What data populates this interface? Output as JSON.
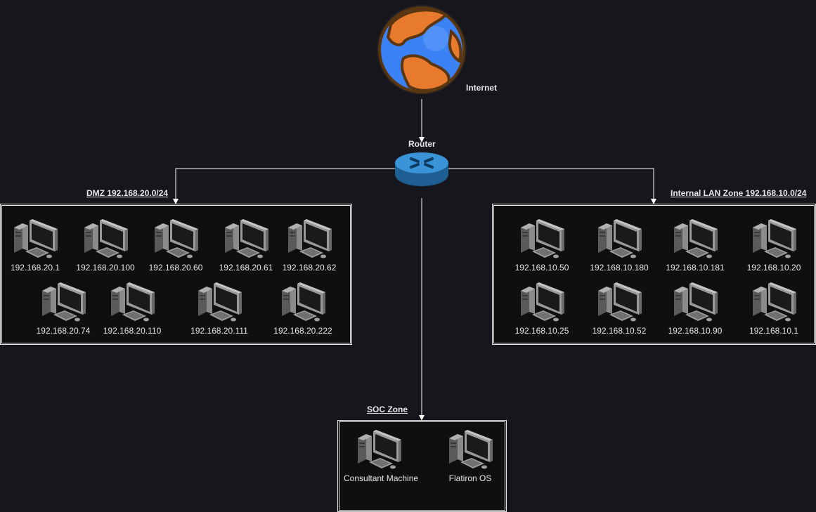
{
  "internet": {
    "label": "Internet"
  },
  "router": {
    "label": "Router"
  },
  "zones": {
    "dmz": {
      "title": "DMZ 192.168.20.0/24",
      "hosts": [
        "192.168.20.1",
        "192.168.20.100",
        "192.168.20.60",
        "192.168.20.61",
        "192.168.20.62",
        "192.168.20.74",
        "192.168.20.110",
        "192.168.20.111",
        "192.168.20.222"
      ]
    },
    "lan": {
      "title": "Internal LAN Zone 192.168.10.0/24",
      "hosts": [
        "192.168.10.50",
        "192.168.10.180",
        "192.168.10.181",
        "192.168.10.20",
        "192.168.10.25",
        "192.168.10.52",
        "192.168.10.90",
        "192.168.10.1"
      ]
    },
    "soc": {
      "title": "SOC Zone",
      "hosts": [
        "Consultant Machine",
        "Flatiron OS"
      ]
    }
  },
  "colors": {
    "background": "#18161d",
    "zone_fill": "#0f0f10",
    "line": "#ffffff",
    "globe_ocean": "#3b82f6",
    "globe_land": "#e87a2d",
    "router": "#2b7fbf"
  },
  "icons": {
    "internet": "globe-icon",
    "router": "router-icon",
    "host": "desktop-computer-icon"
  }
}
